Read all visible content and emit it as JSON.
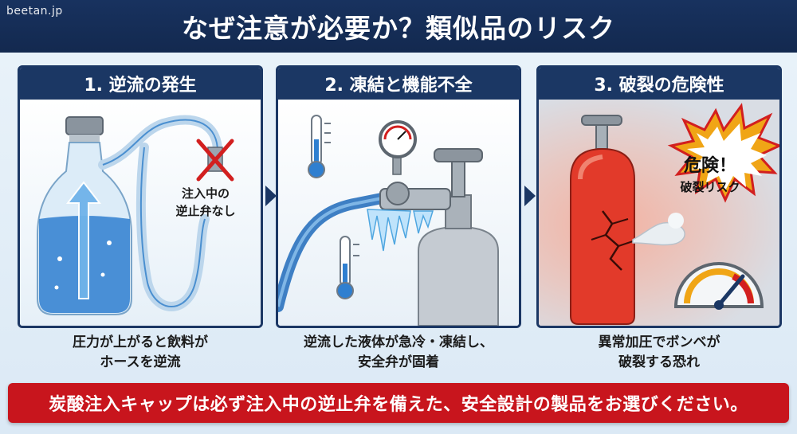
{
  "header": {
    "title": "なぜ注意が必要か？類似品のリスク"
  },
  "watermark": {
    "text": "beetan.jp"
  },
  "panels": [
    {
      "title": "1. 逆流の発生",
      "caption_line1": "圧力が上がると飲料が",
      "caption_line2": "ホースを逆流",
      "note_line1": "注入中の",
      "note_line2": "逆止弁なし"
    },
    {
      "title": "2. 凍結と機能不全",
      "caption_line1": "逆流した液体が急冷・凍結し、",
      "caption_line2": "安全弁が固着"
    },
    {
      "title": "3. 破裂の危険性",
      "caption_line1": "異常加圧でボンベが",
      "caption_line2": "破裂する恐れ",
      "burst_main": "危険！",
      "burst_sub": "破裂リスク"
    }
  ],
  "footer": {
    "text": "炭酸注入キャップは必ず注入中の逆止弁を備えた、安全設計の製品をお選びください。"
  },
  "colors": {
    "header_bg": "#18325f",
    "panel_border": "#1b3764",
    "footer_bg": "#c8151d",
    "danger_red": "#d21f1f",
    "water_blue": "#2f7fd0"
  }
}
